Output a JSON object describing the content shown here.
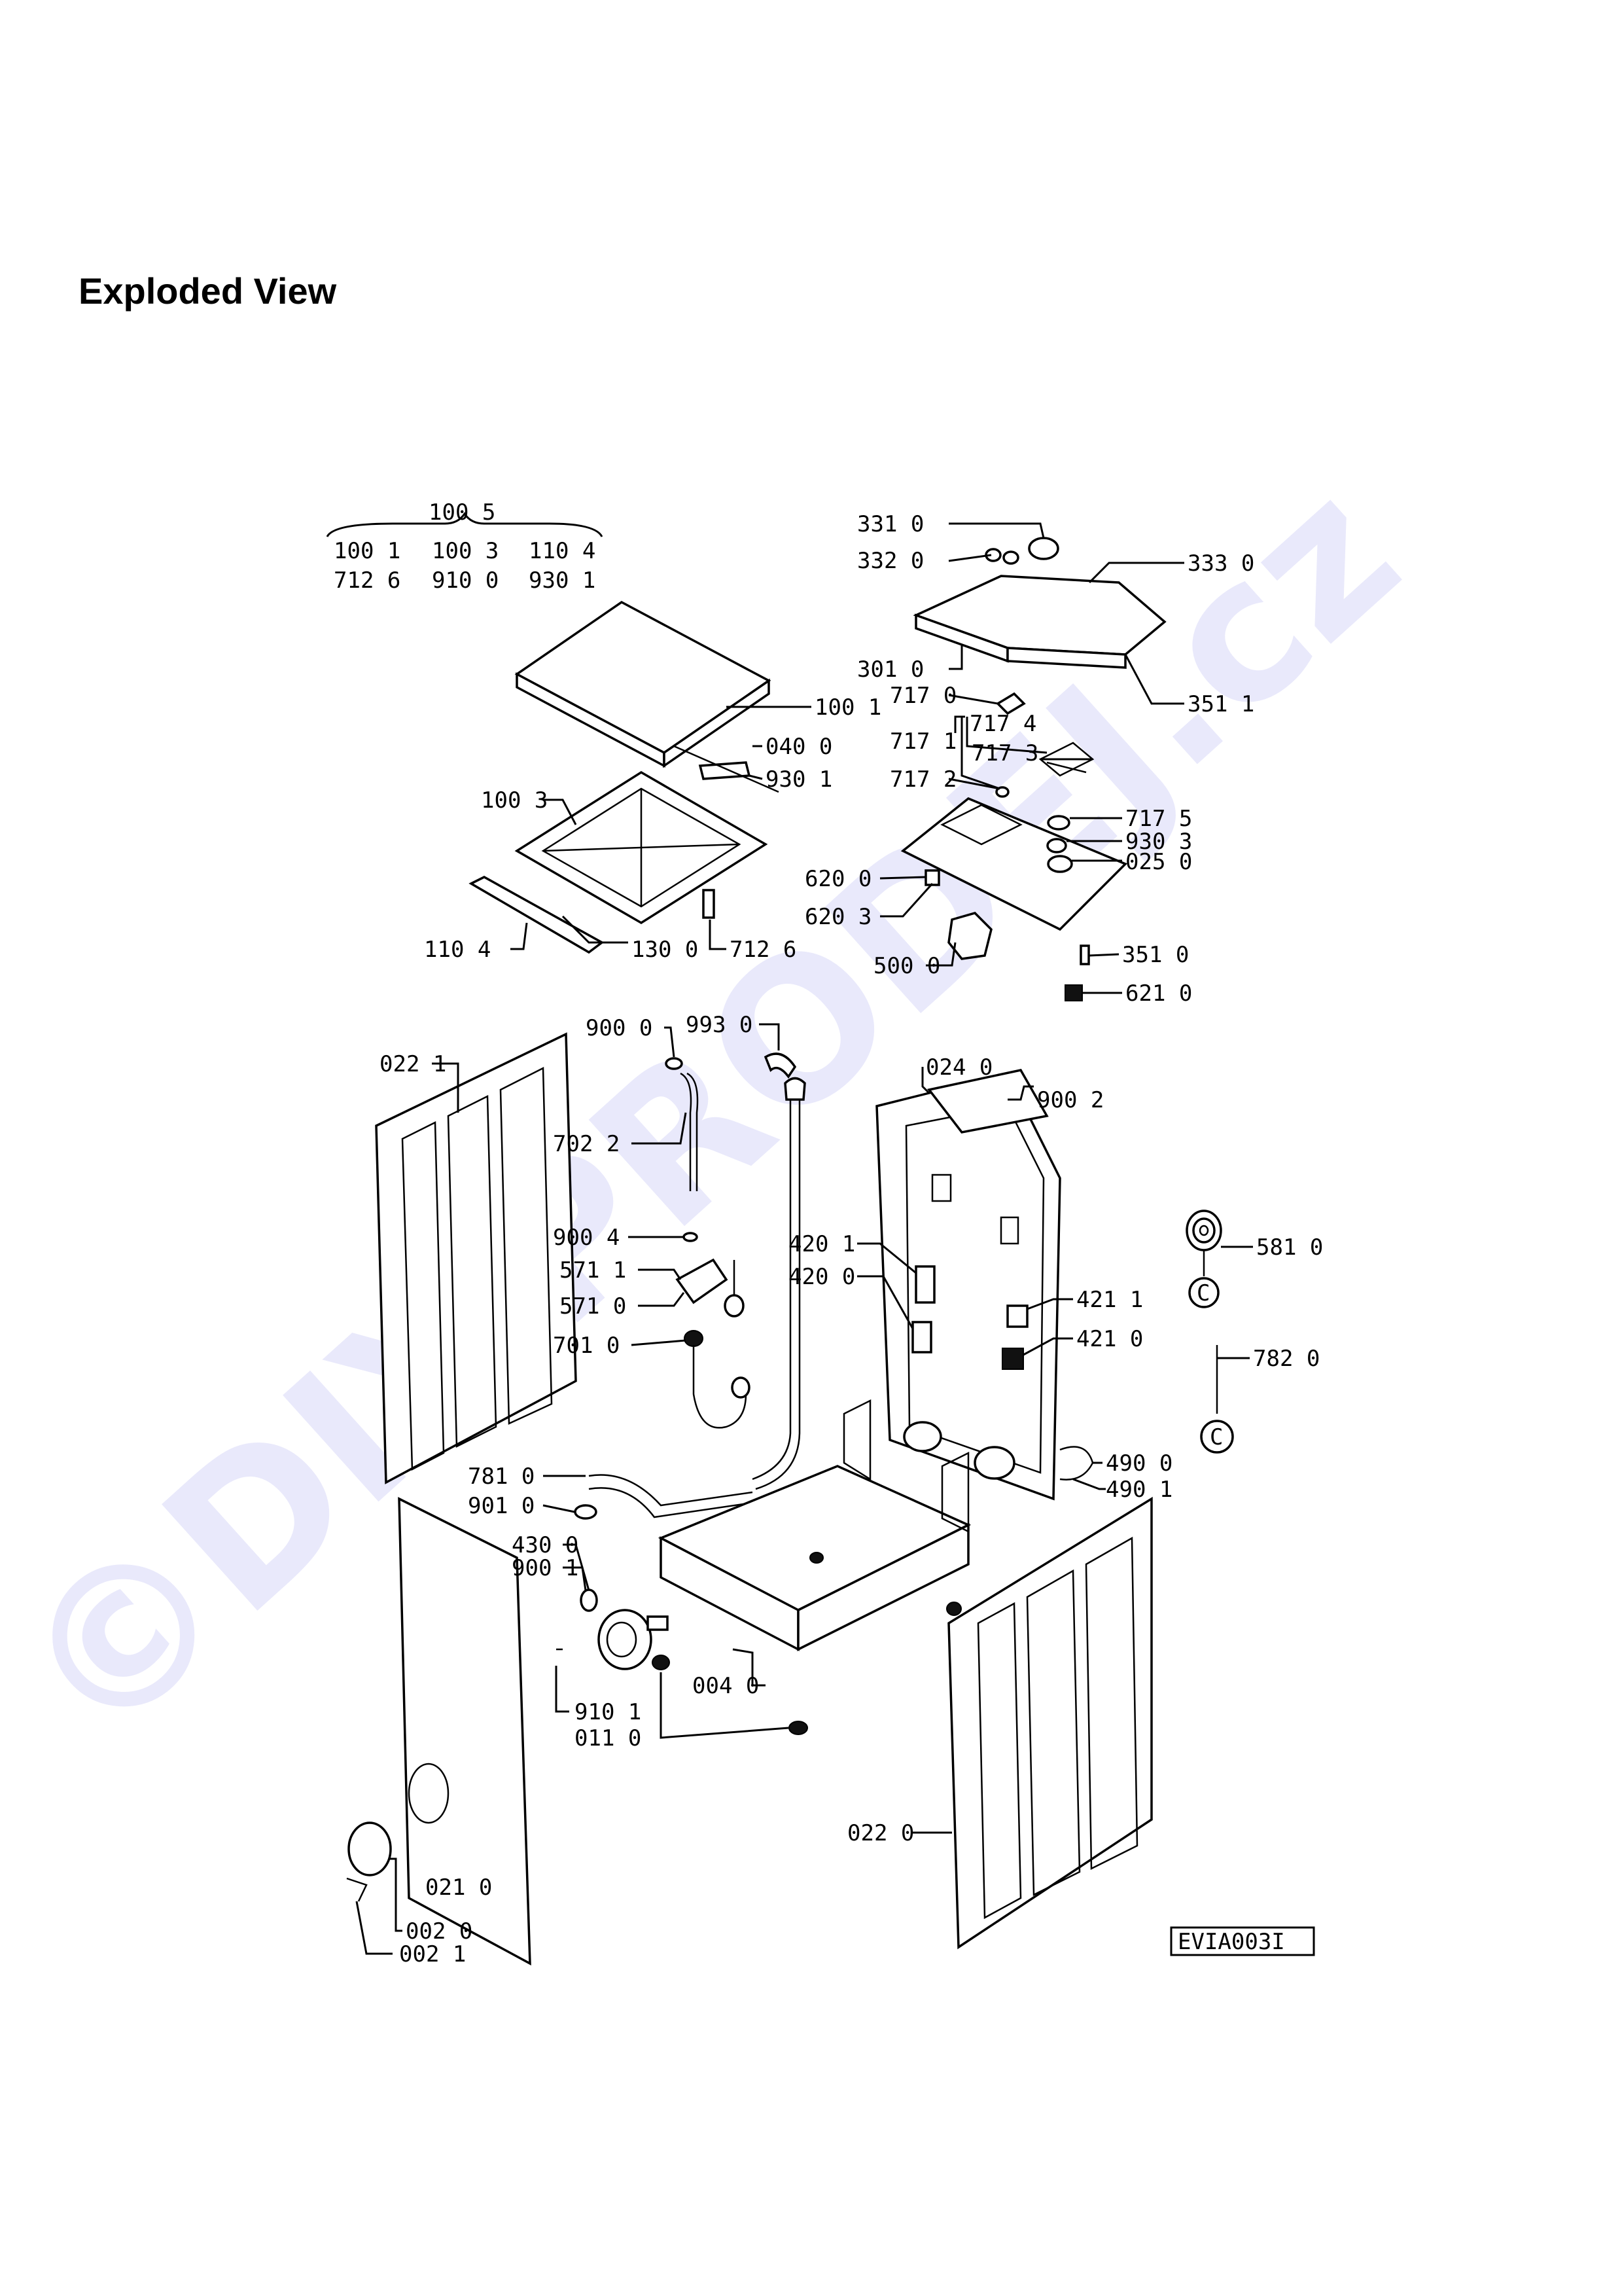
{
  "title": "Exploded View",
  "watermark": "©DIY-PRODEJ.cz",
  "diagram_code": "EVIA003I",
  "colors": {
    "watermark": "#d8d8f8",
    "lines": "#000000"
  },
  "labels": {
    "l1005": "100 5",
    "l1001a": "100 1",
    "l1003a": "100 3",
    "l1104a": "110 4",
    "l7126a": "712 6",
    "l9100": "910 0",
    "l9301a": "930 1",
    "l1001": "100 1",
    "l0400": "040 0",
    "l9301": "930 1",
    "l1003": "100 3",
    "l1104": "110 4",
    "l1300": "130 0",
    "l7126": "712 6",
    "l3310": "331 0",
    "l3320": "332 0",
    "l3330": "333 0",
    "l3010": "301 0",
    "l7170": "717 0",
    "l3511": "351 1",
    "l7171": "717 1",
    "l7174": "717 4",
    "l7173": "717 3",
    "l7172": "717 2",
    "l7175": "717 5",
    "l9303": "930 3",
    "l0250": "025 0",
    "l6200": "620 0",
    "l6203": "620 3",
    "l5000": "500 0",
    "l3510": "351 0",
    "l6210": "621 0",
    "l0221": "022 1",
    "l9000": "900 0",
    "l9930": "993 0",
    "l7022": "702 2",
    "l9004": "900 4",
    "l5711": "571 1",
    "l5710": "571 0",
    "l7010": "701 0",
    "l0240": "024 0",
    "l9002": "900 2",
    "l4201": "420 1",
    "l4200": "420 0",
    "l4211": "421 1",
    "l4210": "421 0",
    "l5810": "581 0",
    "l7820": "782 0",
    "l7810": "781 0",
    "l9010": "901 0",
    "l4300": "430 0",
    "l9001": "900 1",
    "l4900": "490 0",
    "l4901": "490 1",
    "l0040": "004 0",
    "l9101": "910 1",
    "l0110": "011 0",
    "l0220": "022 0",
    "l0210": "021 0",
    "l0020": "002 0",
    "l0021": "002 1",
    "c1": "C",
    "c2": "C"
  }
}
